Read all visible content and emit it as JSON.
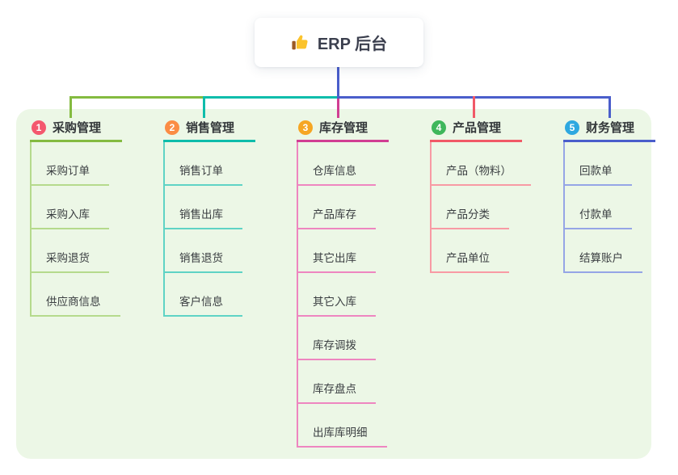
{
  "root": {
    "label": "ERP 后台",
    "icon": "thumbs-up-icon"
  },
  "canvas": {
    "background": "#ffffff",
    "panel_background": "#ecf7e6"
  },
  "connector": {
    "root_line_color": "#4a5ecb"
  },
  "branches": [
    {
      "index": "1",
      "label": "采购管理",
      "badge_color": "#f4586e",
      "line_color": "#84bb40",
      "child_line_color": "#b5da8c",
      "children": [
        "采购订单",
        "采购入库",
        "采购退货",
        "供应商信息"
      ]
    },
    {
      "index": "2",
      "label": "销售管理",
      "badge_color": "#fb8c44",
      "line_color": "#0ebdab",
      "child_line_color": "#5fd3c5",
      "children": [
        "销售订单",
        "销售出库",
        "销售退货",
        "客户信息"
      ]
    },
    {
      "index": "3",
      "label": "库存管理",
      "badge_color": "#f6a623",
      "line_color": "#d13e93",
      "child_line_color": "#ee86c0",
      "children": [
        "仓库信息",
        "产品库存",
        "其它出库",
        "其它入库",
        "库存调拨",
        "库存盘点",
        "出库库明细"
      ]
    },
    {
      "index": "4",
      "label": "产品管理",
      "badge_color": "#3eb75b",
      "line_color": "#f15967",
      "child_line_color": "#f89aa4",
      "children": [
        "产品（物料）",
        "产品分类",
        "产品单位"
      ]
    },
    {
      "index": "5",
      "label": "财务管理",
      "badge_color": "#2ea8e0",
      "line_color": "#4a5ecb",
      "child_line_color": "#95a5e6",
      "children": [
        "回款单",
        "付款单",
        "结算账户"
      ]
    }
  ]
}
